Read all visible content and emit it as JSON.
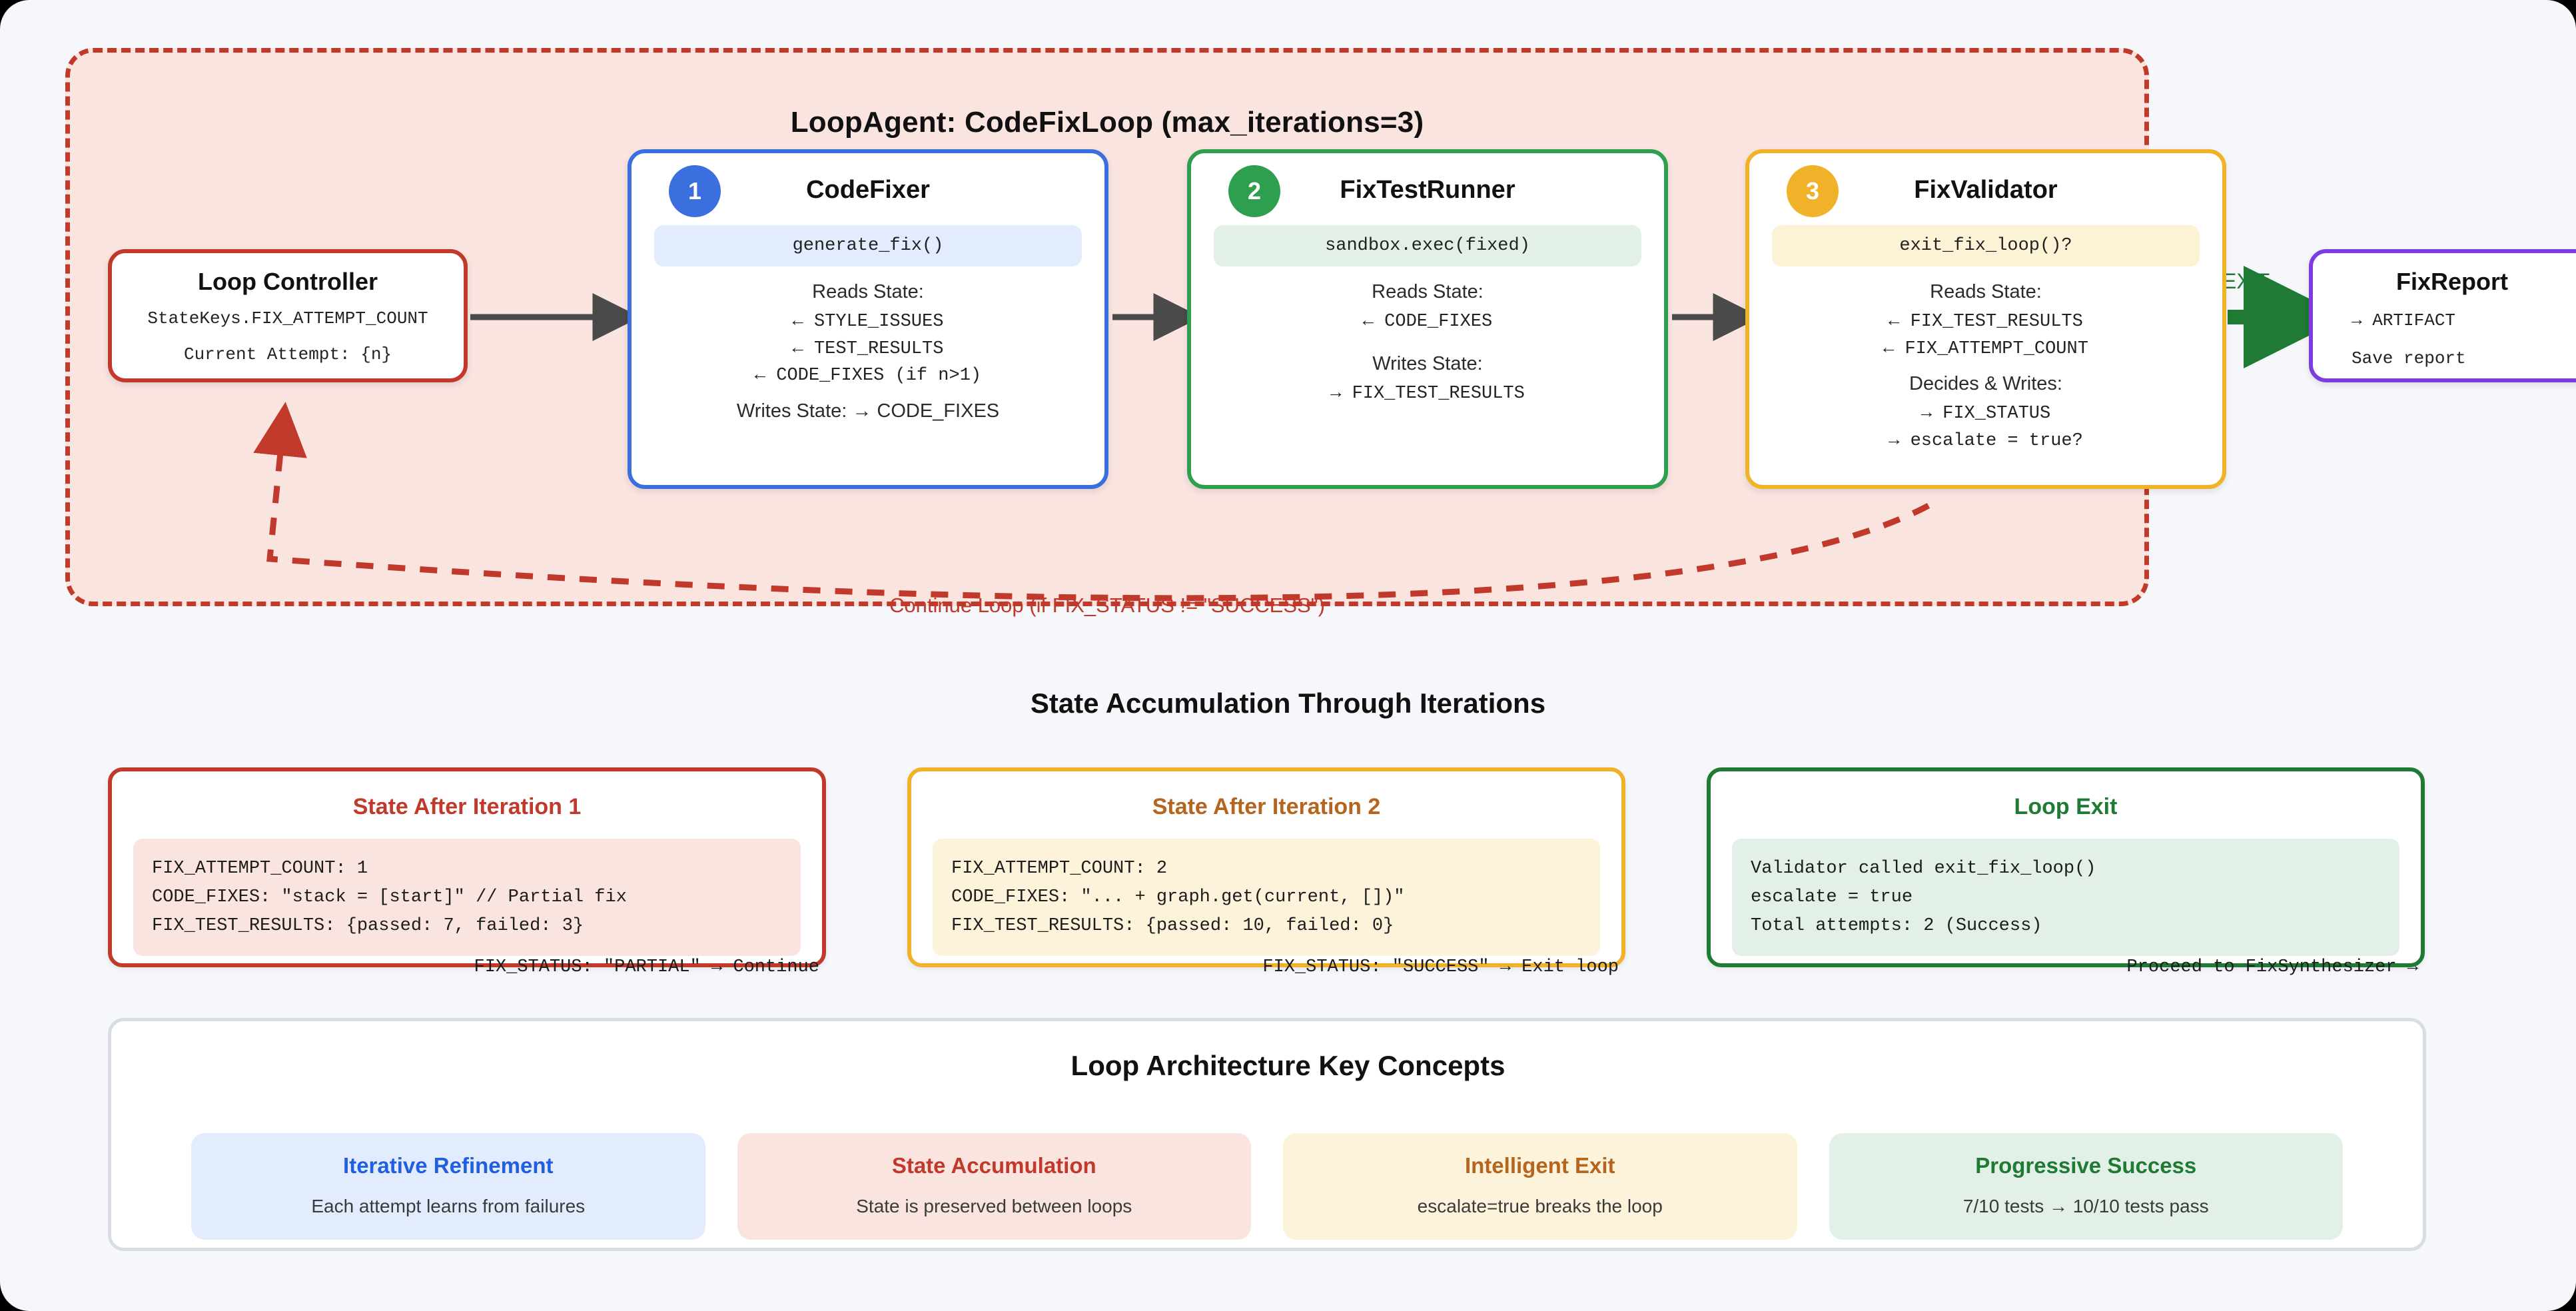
{
  "loop": {
    "title": "LoopAgent: CodeFixLoop (max_iterations=3)",
    "continue_label": "Continue Loop (if FIX_STATUS != \"SUCCESS\")",
    "exit_label": "EXIT"
  },
  "controller": {
    "title": "Loop Controller",
    "line1": "StateKeys.FIX_ATTEMPT_COUNT",
    "line2": "Current Attempt: {n}"
  },
  "steps": [
    {
      "badge": "1",
      "title": "CodeFixer",
      "call": "generate_fix()",
      "reads_label": "Reads State:",
      "reads": [
        "← STYLE_ISSUES",
        "← TEST_RESULTS",
        "← CODE_FIXES (if n>1)"
      ],
      "writes_label": "Writes State: → CODE_FIXES",
      "writes": [],
      "accent": "#3b6fe0"
    },
    {
      "badge": "2",
      "title": "FixTestRunner",
      "call": "sandbox.exec(fixed)",
      "reads_label": "Reads State:",
      "reads": [
        "← CODE_FIXES"
      ],
      "writes_label": "Writes State:",
      "writes": [
        "→ FIX_TEST_RESULTS"
      ],
      "accent": "#2e9e4f"
    },
    {
      "badge": "3",
      "title": "FixValidator",
      "call": "exit_fix_loop()?",
      "reads_label": "Reads State:",
      "reads": [
        "← FIX_TEST_RESULTS",
        "← FIX_ATTEMPT_COUNT"
      ],
      "writes_label": "Decides & Writes:",
      "writes": [
        "→ FIX_STATUS",
        "→ escalate = true?"
      ],
      "accent": "#efb229"
    }
  ],
  "report": {
    "title": "FixReport",
    "line1": "→ ARTIFACT",
    "line2": "Save report"
  },
  "state_section": {
    "title": "State Accumulation Through Iterations",
    "cards": [
      {
        "title": "State After Iteration 1",
        "lines": [
          "FIX_ATTEMPT_COUNT: 1",
          "CODE_FIXES: \"stack = [start]\" // Partial fix",
          "FIX_TEST_RESULTS: {passed: 7, failed: 3}"
        ],
        "footer": "FIX_STATUS: \"PARTIAL\" → Continue"
      },
      {
        "title": "State After Iteration 2",
        "lines": [
          "FIX_ATTEMPT_COUNT: 2",
          "CODE_FIXES: \"... + graph.get(current, [])\"",
          "FIX_TEST_RESULTS: {passed: 10, failed: 0}"
        ],
        "footer": "FIX_STATUS: \"SUCCESS\" → Exit loop"
      },
      {
        "title": "Loop Exit",
        "lines": [
          "Validator called exit_fix_loop()",
          "escalate = true",
          "Total attempts: 2 (Success)"
        ],
        "footer": "Proceed to FixSynthesizer →"
      }
    ]
  },
  "concepts_section": {
    "title": "Loop Architecture Key Concepts",
    "items": [
      {
        "title": "Iterative Refinement",
        "desc": "Each attempt learns from failures"
      },
      {
        "title": "State Accumulation",
        "desc": "State is preserved between loops"
      },
      {
        "title": "Intelligent Exit",
        "desc": "escalate=true breaks the loop"
      },
      {
        "title": "Progressive Success",
        "desc": "7/10 tests → 10/10 tests pass"
      }
    ]
  },
  "colors": {
    "loop_border": "#c0392b",
    "loop_bg": "#f9e4e0",
    "step1": "#3b6fe0",
    "step2": "#2e9e4f",
    "step3": "#efb229",
    "report": "#7d3ce0",
    "exit": "#1f7a34",
    "page_bg": "#f5f7fa"
  }
}
